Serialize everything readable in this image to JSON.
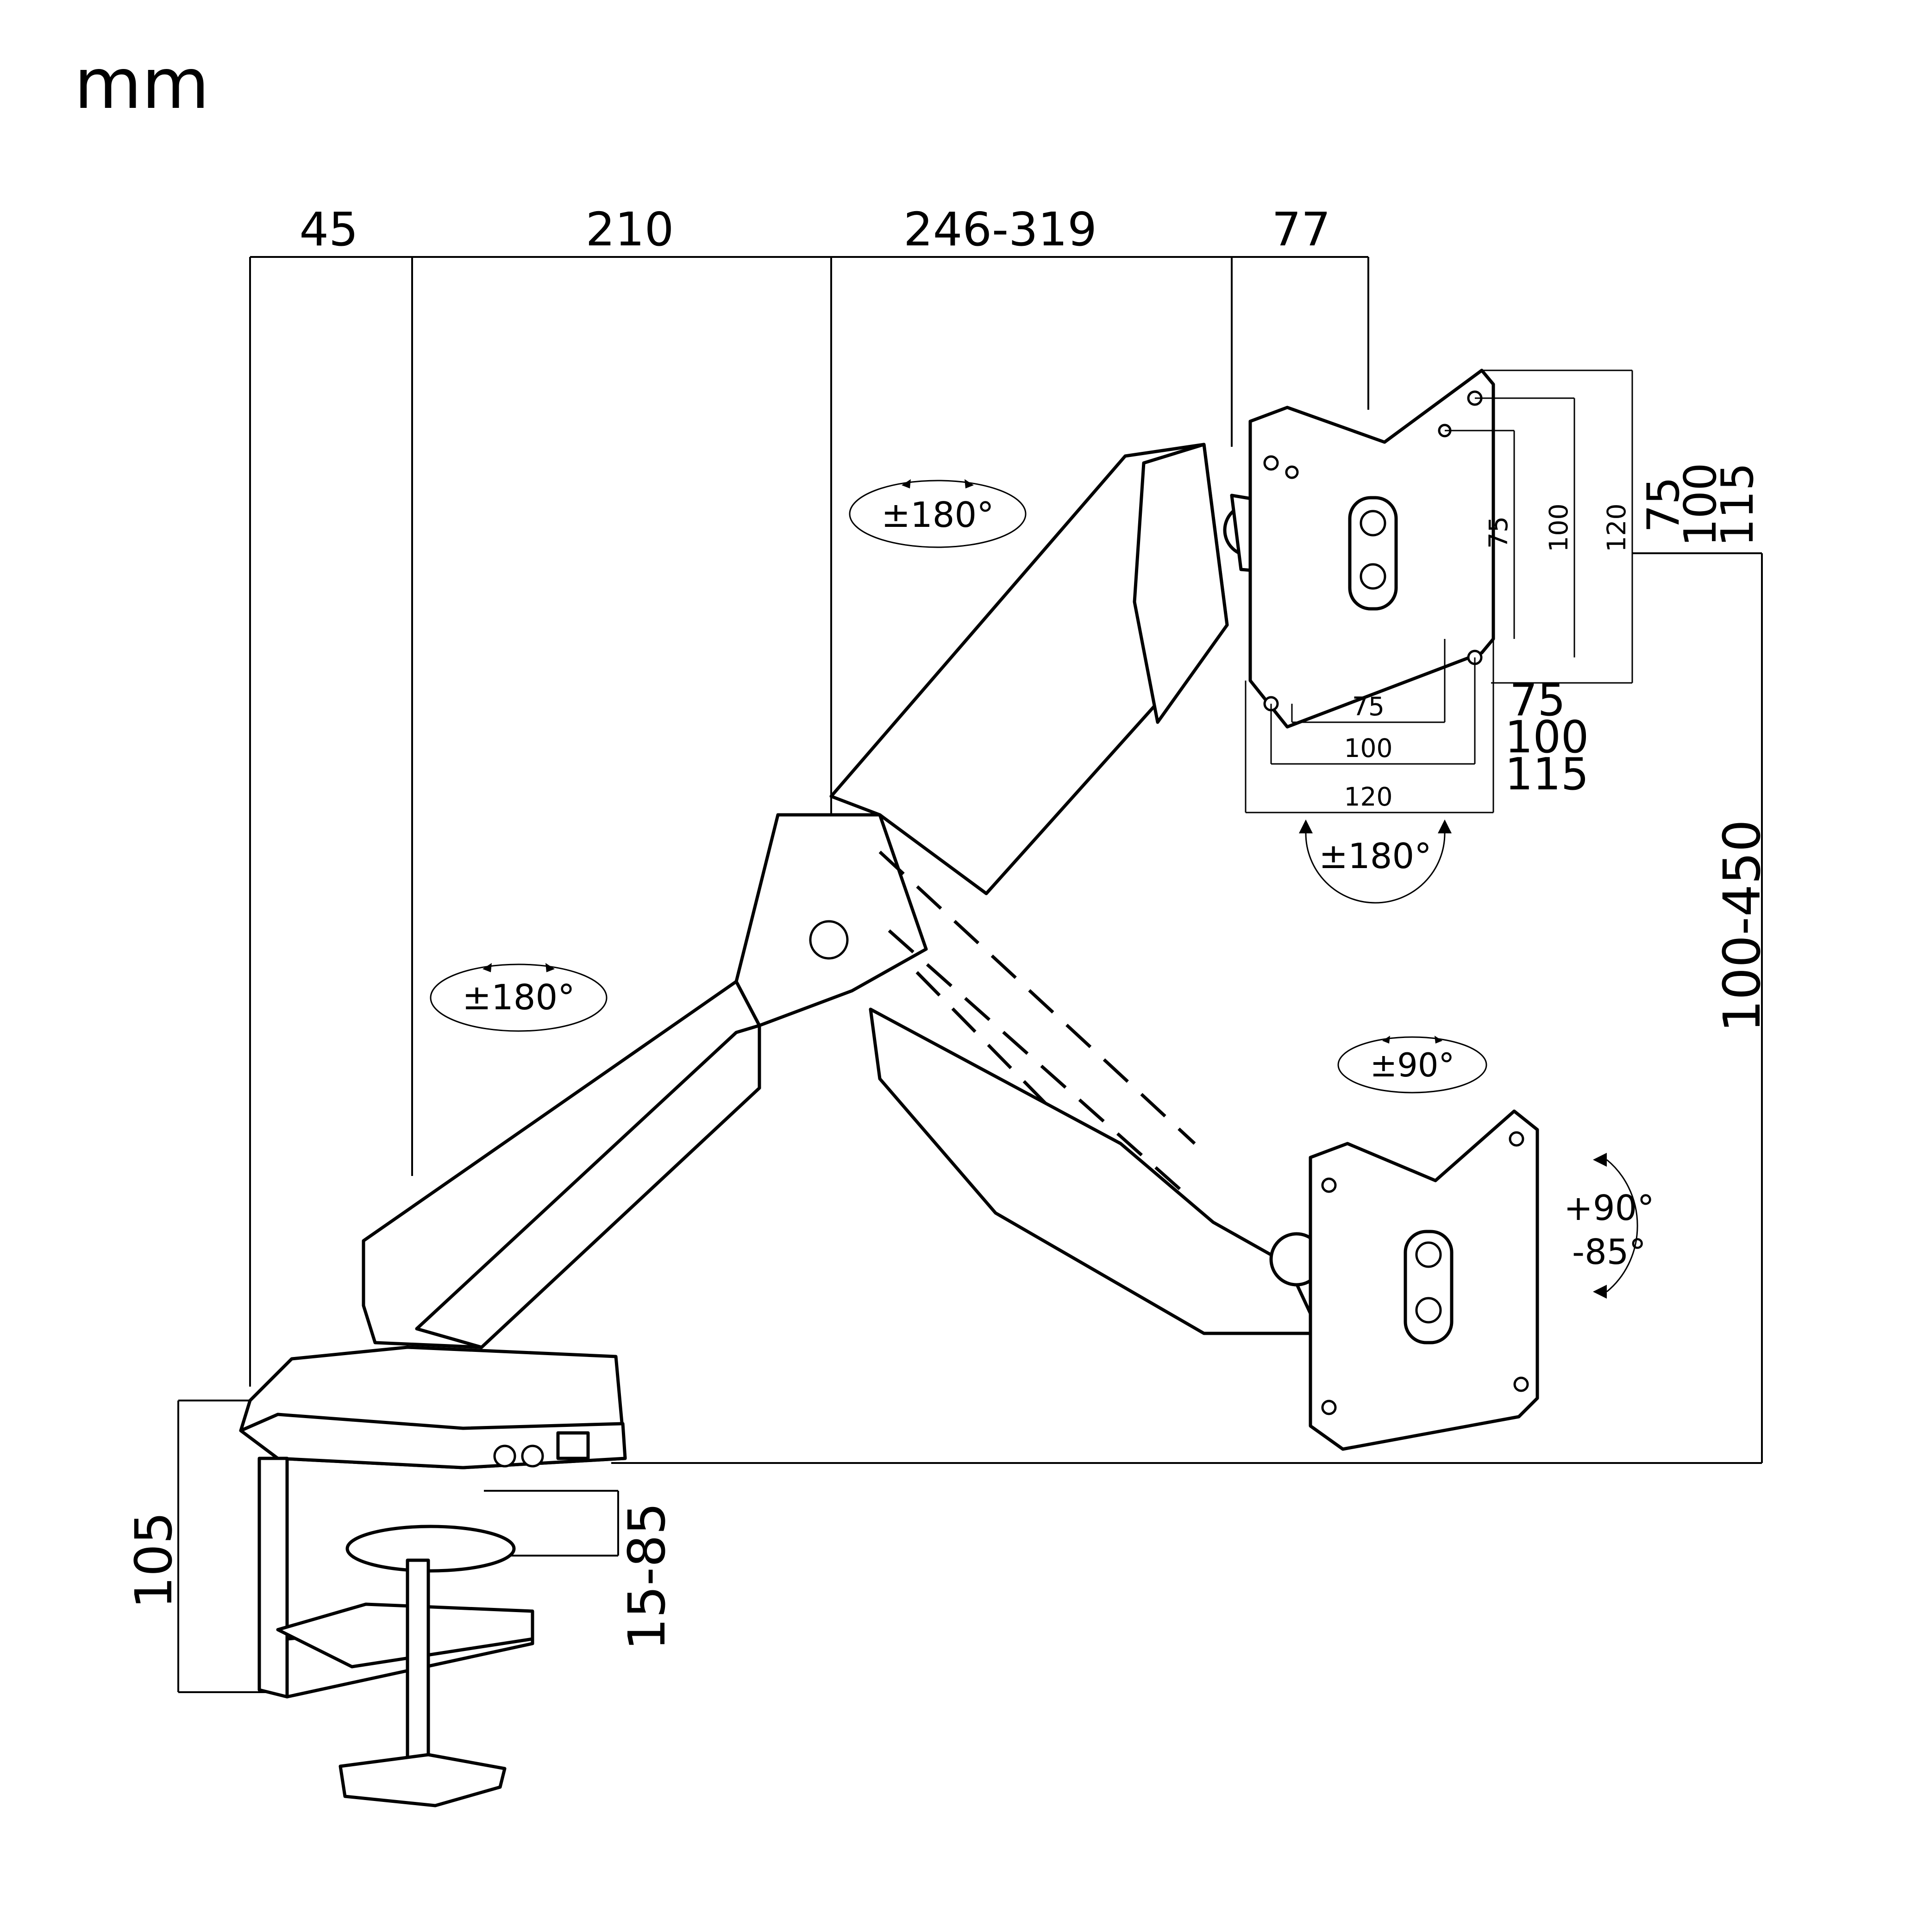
{
  "unit": "mm",
  "dimensions": {
    "top": [
      "45",
      "210",
      "246-319",
      "77"
    ],
    "vesa_vertical": [
      "75",
      "100",
      "115"
    ],
    "vesa_vertical_inner": [
      "75",
      "100",
      "120"
    ],
    "vesa_horizontal_inner": [
      "75",
      "100",
      "120"
    ],
    "vesa_horizontal": [
      "75",
      "100",
      "115"
    ],
    "height_range": "100-450",
    "clamp_height": "105",
    "clamp_range": "15-85"
  },
  "rotations": {
    "base": "±180°",
    "elbow": "±180°",
    "head": "±180°",
    "swivel": "±90°",
    "tilt_up": "+90°",
    "tilt_down": "-85°"
  }
}
